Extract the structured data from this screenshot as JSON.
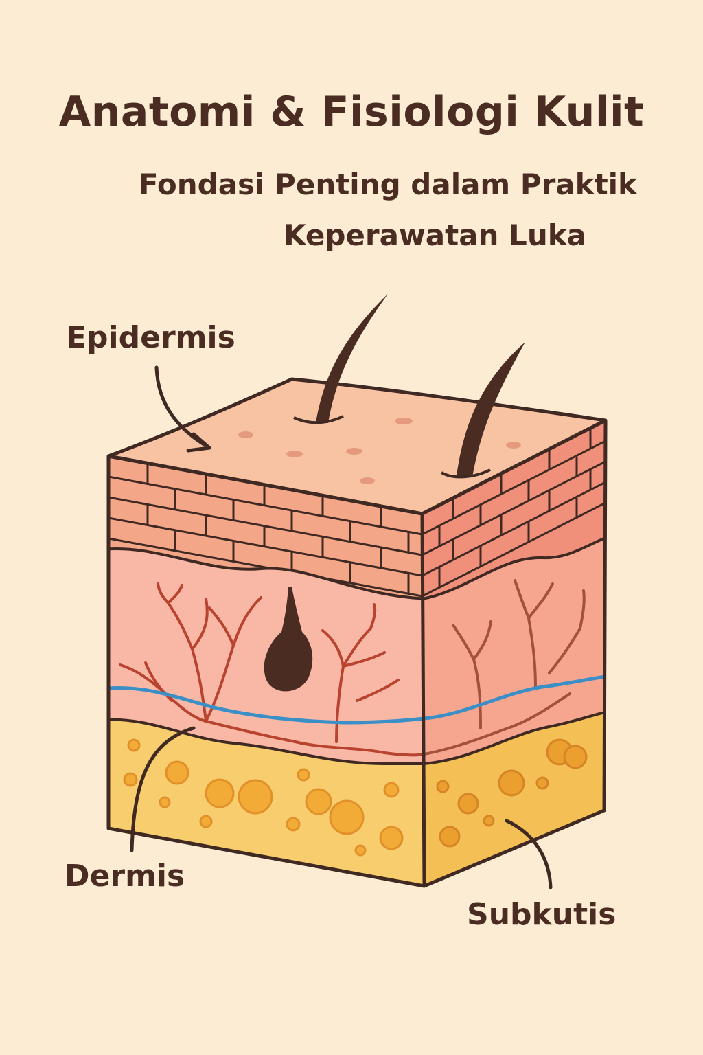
{
  "title": "Anatomi & Fisiologi Kulit",
  "subtitle": {
    "line1": "Fondasi Penting dalam Praktik",
    "line2": "Keperawatan Luka"
  },
  "labels": {
    "epidermis": "Epidermis",
    "dermis": "Dermis",
    "subkutis": "Subkutis"
  },
  "colors": {
    "background": "#fcecd4",
    "outline": "#3f2922",
    "epidermis_top": "#f8c3a3",
    "epidermis_bricks": "#f4a688",
    "dermis": "#f9b8a6",
    "subcutis": "#f7cd6d",
    "artery": "#b8432f",
    "vein": "#3a8fc7",
    "hair": "#4a2c23"
  }
}
